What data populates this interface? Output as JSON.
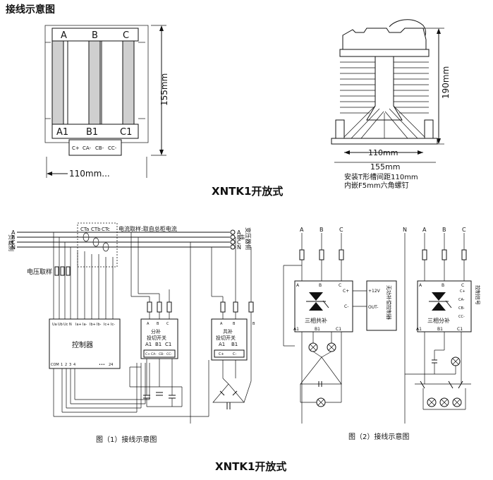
{
  "page_title": "接线示意图",
  "caption_top": "XNTK1开放式",
  "caption_bottom": "XNTK1开放式",
  "front_view": {
    "top_labels": [
      "A",
      "B",
      "C"
    ],
    "bottom_labels": [
      "A1",
      "B1",
      "C1"
    ],
    "terminals": [
      "C+",
      "CA-",
      "CB-",
      "CC-"
    ],
    "height_label": "155mm",
    "width_label": "110mm..."
  },
  "side_view": {
    "height_label": "190mm",
    "inner_width_label": "110mm",
    "outer_width_label": "155mm",
    "note_line1": "安装T形槽间距110mm",
    "note_line2": "内嵌F5mm六角螺钉"
  },
  "fig1": {
    "left_label": "负载侧",
    "phases": [
      "A",
      "B",
      "C",
      "N"
    ],
    "ct_labels": [
      "CTa",
      "CTb",
      "CTc"
    ],
    "ct_note": "电流取样:取自总柜电流",
    "right_phases": [
      "A",
      "B",
      "C",
      "N"
    ],
    "right_label": "变压器侧",
    "right_label2": "线",
    "voltage_sample": "电压取样",
    "controller_pins_top": [
      "Ua",
      "Ub",
      "Uc",
      "N",
      "Ia+",
      "Ia-",
      "Ib+",
      "Ib-",
      "Ic+",
      "Ic-"
    ],
    "controller_label": "控制器",
    "controller_pins_bottom": [
      "COM",
      "1",
      "2",
      "3",
      "4",
      "•••",
      "24"
    ],
    "split_switch_line1": "分补",
    "split_switch_line2": "投切开关",
    "split_switch_in": [
      "A",
      "B",
      "C"
    ],
    "split_switch_out": [
      "A1",
      "B1",
      "C1"
    ],
    "split_switch_ctrl": [
      "C+",
      "CA-",
      "CB-",
      "CC-"
    ],
    "common_switch_line1": "共补",
    "common_switch_line2": "投切开关",
    "common_switch_in": [
      "A",
      "B"
    ],
    "common_switch_out": [
      "A1",
      "B1"
    ],
    "common_switch_ctrl": [
      "C+",
      "C-"
    ],
    "common_extra": "B",
    "caption": "图（1）接线示意图"
  },
  "fig2": {
    "phases_a": [
      "A",
      "B",
      "C"
    ],
    "common_box_in": [
      "A",
      "B",
      "C"
    ],
    "common_box_out": [
      "A1",
      "B1",
      "C1"
    ],
    "common_box_ctrl": [
      "C+",
      "C-"
    ],
    "common_box_label": "三相共补",
    "side_box_label": "无功补偿控制器",
    "voltage_12v": "+12V",
    "out_label": "OUT-",
    "phases_b": [
      "N",
      "A",
      "B",
      "C"
    ],
    "split_box_in": [
      "A",
      "B",
      "C"
    ],
    "split_box_out": [
      "A1",
      "B1",
      "C1"
    ],
    "split_box_ctrl": [
      "C+",
      "CA-",
      "CB-",
      "CC-"
    ],
    "split_box_label": "三相分补",
    "ctrl_signal": "控制信号",
    "caption": "图（2）接线示意图"
  }
}
